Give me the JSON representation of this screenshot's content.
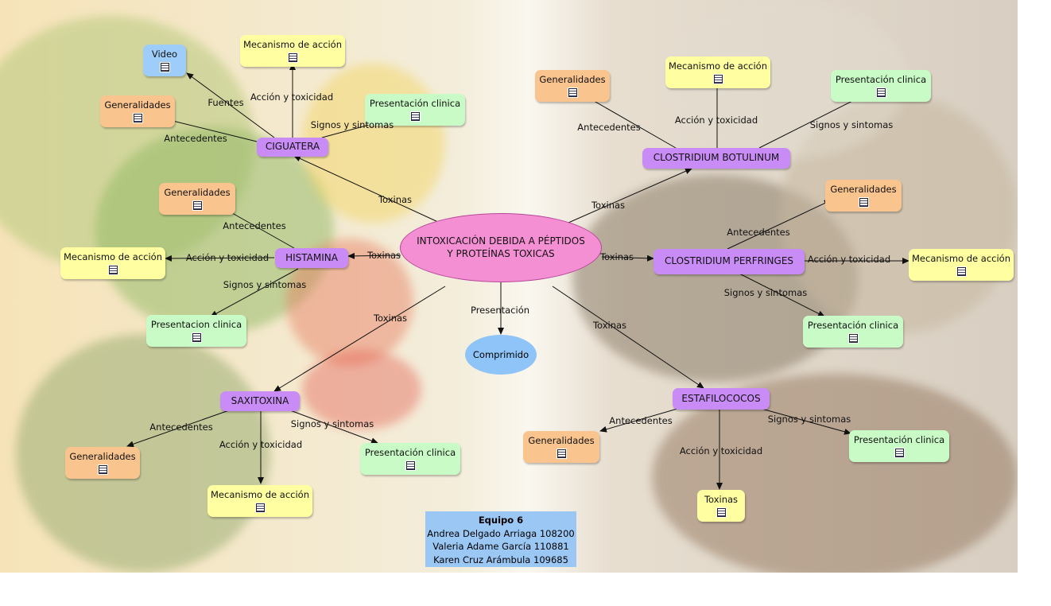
{
  "central": {
    "line1": "INTOXICACIÓN DEBIDA A PÉPTIDOS",
    "line2": "Y PROTEÍNAS TOXICAS"
  },
  "nodes": {
    "ciguatera": "CIGUATERA",
    "histamina": "HISTAMINA",
    "saxitoxina": "SAXITOXINA",
    "botulinum": "CLOSTRIDIUM BOTULINUM",
    "perfringes": "CLOSTRIDIUM PERFRINGES",
    "estafilococos": "ESTAFILOCOCOS",
    "comprimido": "Comprimido",
    "cig_video": "Video",
    "cig_mecanismo": "Mecanismo de acción",
    "cig_generalidades": "Generalidades",
    "cig_presentacion": "Presentación clinica",
    "his_generalidades": "Generalidades",
    "his_mecanismo": "Mecanismo de acción",
    "his_presentacion": "Presentacion clinica",
    "sax_generalidades": "Generalidades",
    "sax_mecanismo": "Mecanismo de acción",
    "sax_presentacion": "Presentación clinica",
    "bot_generalidades": "Generalidades",
    "bot_mecanismo": "Mecanismo de acción",
    "bot_presentacion": "Presentación clinica",
    "per_generalidades": "Generalidades",
    "per_mecanismo": "Mecanismo de acción",
    "per_presentacion": "Presentación clinica",
    "est_generalidades": "Generalidades",
    "est_presentacion": "Presentación clinica",
    "est_toxinas": "Toxinas"
  },
  "labels": {
    "toxinas": "Toxinas",
    "presentacion": "Presentación",
    "fuentes": "Fuentes",
    "accion": "Acción y toxicidad",
    "antecedentes": "Antecedentes",
    "signos": "Signos y sintomas"
  },
  "team": {
    "title": "Equipo 6",
    "m1": "Andrea Delgado Arriaga 108200",
    "m2": "Valeria Adame García 110881",
    "m3": "Karen Cruz Arámbula 109685"
  },
  "colors": {
    "link": "#111111",
    "central": "#f58fd4",
    "topic": "#c98cf6"
  }
}
